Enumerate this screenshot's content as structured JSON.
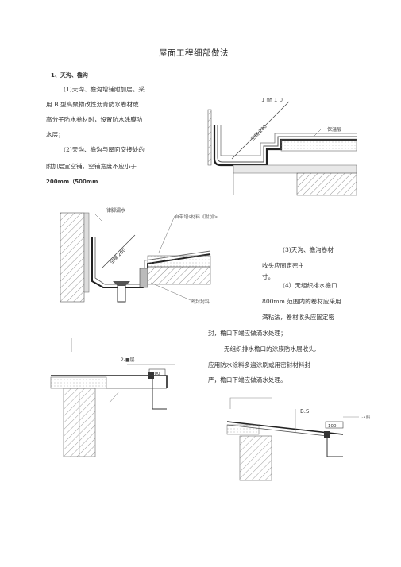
{
  "title": "屋面工程细部做法",
  "section1": {
    "heading": "1、天沟、檐沟",
    "p1": [
      "(1)天沟、檐沟增铺附加层。采",
      "用 B 型高聚物改性沥青防水卷材或",
      "高分子防水卷材时，设置防水涂膜防",
      "水层；"
    ],
    "p2": [
      "(2)天沟、檐沟与屋面交接处的",
      "附加层宜空铺，空铺宽度不应小于",
      "200mm（500mm"
    ]
  },
  "right_text": {
    "p3": [
      "(3)天沟、檐沟卷材",
      "收头应固定密主",
      "寸。"
    ],
    "p4": [
      "(4）无组织排水檐口",
      "800mm 范围内的卷材应采用",
      "满粘法，卷材收头应固定密",
      "封，檐口下端应做滴水处理；"
    ],
    "p5": [
      "无组织排水檐口的涂膜防水层收头,",
      "应用防水涂料多遍涂刷或用密封材料封",
      "严，檐口下端应做滴水处理。"
    ]
  },
  "diagram_labels": {
    "d1_top": "1 ㎜ 1 0",
    "d1_space": "空铺 200",
    "d1_layer": "保温层",
    "d2_tl": "律脚漏水",
    "d2_tr": "自带增s材料《附加>",
    "d2_space": "空铺 200",
    "d2_seal": "密封封料",
    "d3_label": "2-■层",
    "d3_dim": "100",
    "d4_label": "B.S",
    "d4_dim": "100",
    "d4_right": "i-•料"
  }
}
